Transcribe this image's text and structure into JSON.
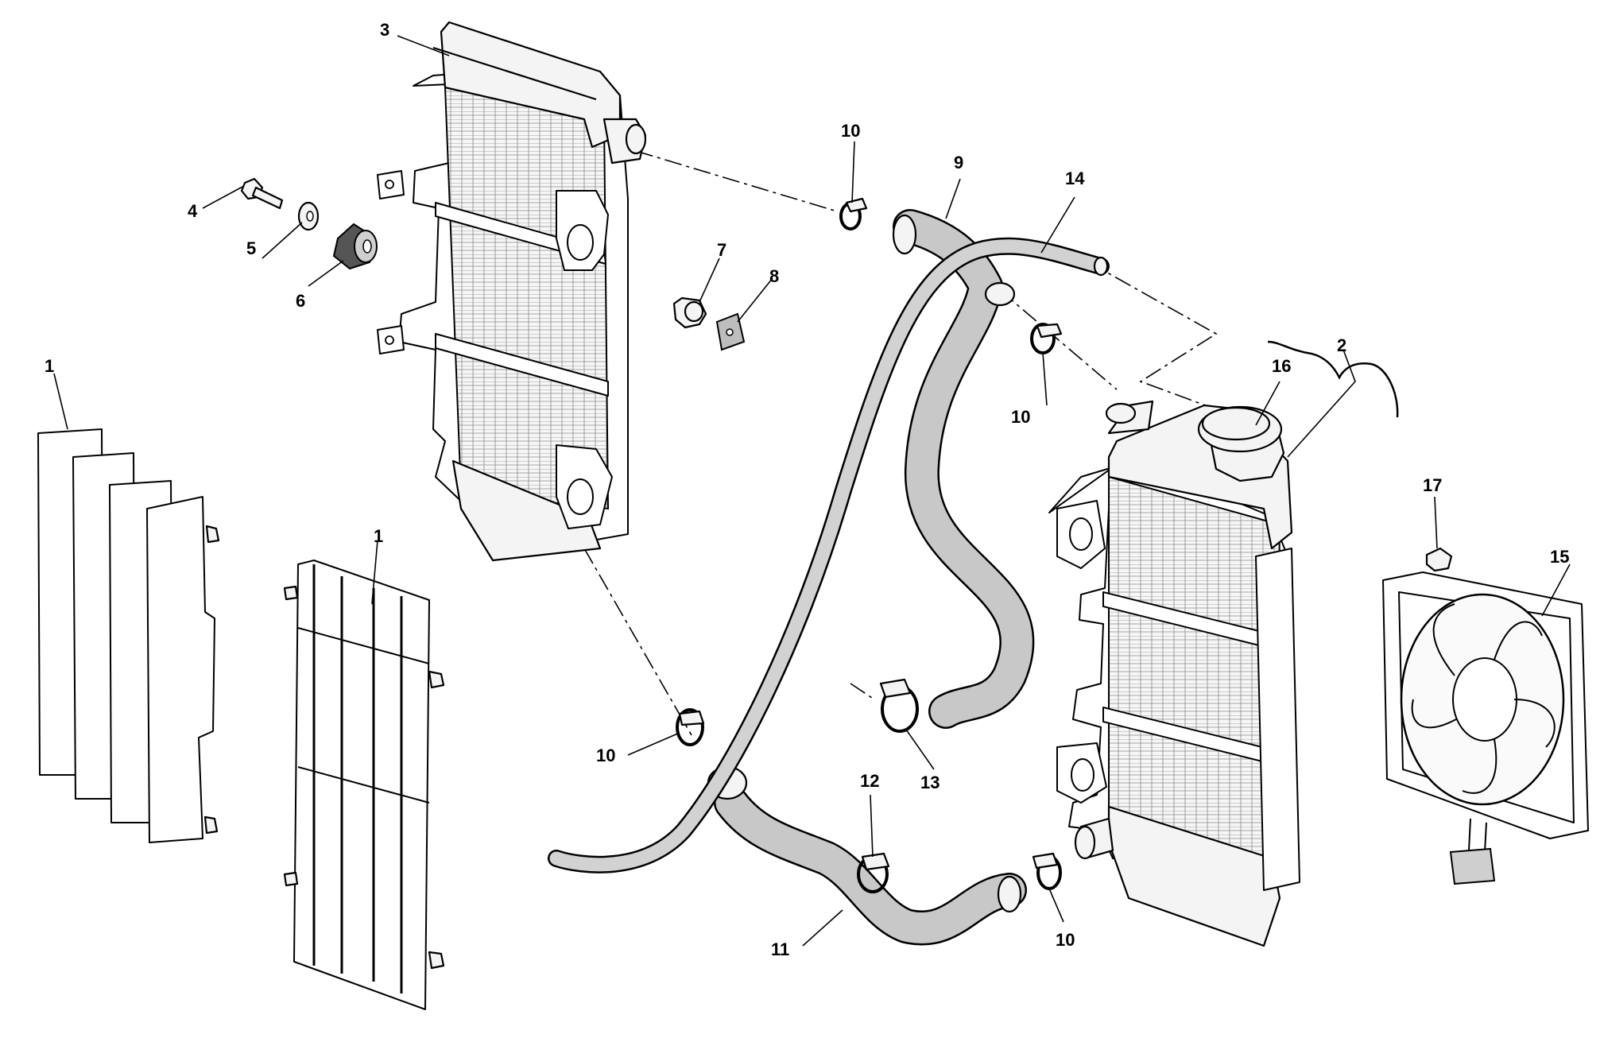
{
  "callouts": {
    "c1a": "1",
    "c1b": "1",
    "c2": "2",
    "c3": "3",
    "c4": "4",
    "c5": "5",
    "c6": "6",
    "c7": "7",
    "c8": "8",
    "c9": "9",
    "c10a": "10",
    "c10b": "10",
    "c10c": "10",
    "c10d": "10",
    "c11": "11",
    "c12": "12",
    "c13": "13",
    "c14": "14",
    "c15": "15",
    "c16": "16",
    "c17": "17"
  },
  "colors": {
    "line": "#000000",
    "hose": "#c8c8c8",
    "part": "#f4f4f4",
    "background": "#ffffff"
  }
}
